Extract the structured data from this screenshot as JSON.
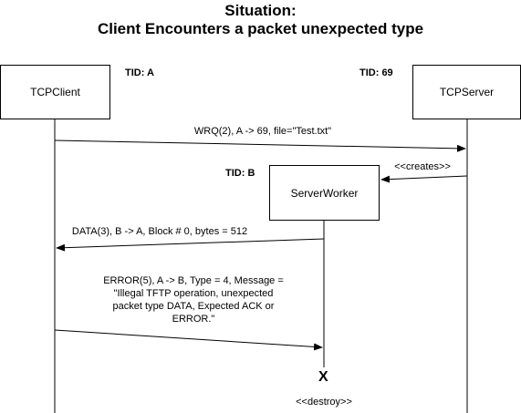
{
  "title": {
    "line1": "Situation:",
    "line2": "Client Encounters a packet unexpected type"
  },
  "participants": {
    "client": {
      "name": "TCPClient",
      "tid": "TID: A"
    },
    "server": {
      "name": "TCPServer",
      "tid": "TID: 69"
    },
    "worker": {
      "name": "ServerWorker",
      "tid": "TID: B"
    }
  },
  "messages": {
    "wrq": "WRQ(2), A -> 69, file=\"Test.txt\"",
    "creates": "<<creates>>",
    "data": "DATA(3), B -> A, Block # 0, bytes = 512",
    "error_line1": "ERROR(5), A -> B, Type = 4, Message =",
    "error_line2": "\"Illegal TFTP operation, unexpected",
    "error_line3": "packet type DATA, Expected ACK or",
    "error_line4": "ERROR.\""
  },
  "destroy": {
    "symbol": "X",
    "label": "<<destroy>>"
  }
}
